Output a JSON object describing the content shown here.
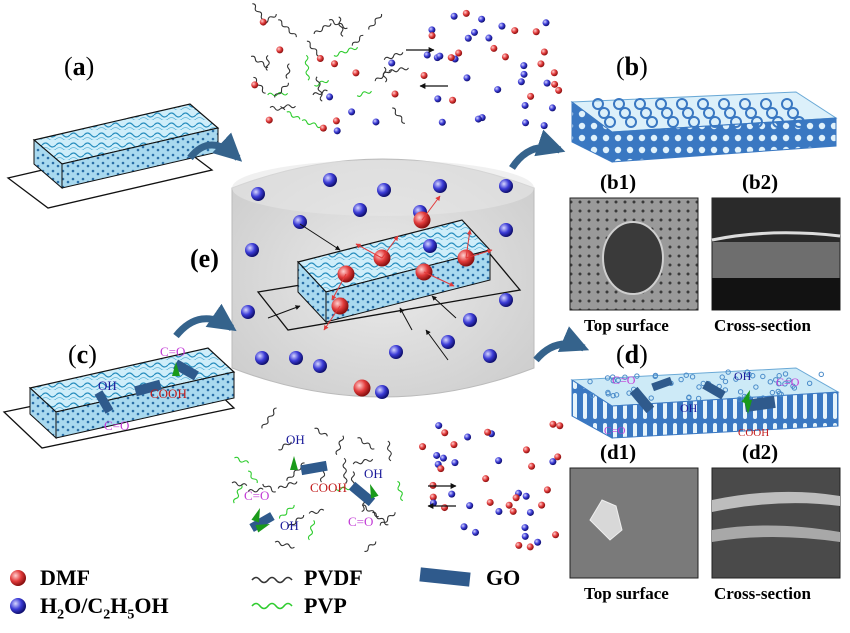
{
  "panels": {
    "a": "a",
    "b": "b",
    "b1": "(b1)",
    "b2": "(b2)",
    "c": "c",
    "d": "d",
    "d1": "(d1)",
    "d2": "(d2)",
    "e": "(e)"
  },
  "captions": {
    "b_top": "Top surface",
    "b_cross": "Cross-section",
    "d_top": "Top surface",
    "d_cross": "Cross-section"
  },
  "chem": {
    "oh": "OH",
    "cooh": "COOH",
    "co": "C=O"
  },
  "legend": {
    "dmf": "DMF",
    "solvent_h": "H",
    "solvent_sub1": "2",
    "solvent_o": "O/C",
    "solvent_sub2": "2",
    "solvent_h5": "H",
    "solvent_sub3": "5",
    "solvent_oh": "OH",
    "pvdf": "PVDF",
    "pvp": "PVP",
    "go": "GO"
  },
  "colors": {
    "dmf": "#e23b3b",
    "solvent": "#3b3bd6",
    "pvdf": "#333333",
    "pvp": "#2ecc2e",
    "go": "#2f5a8c",
    "membrane": "#bfe3f2",
    "membrane_dark": "#3a78c2",
    "bath": "#d9d9d9",
    "label_chem": "#c23bd6",
    "arrow": "#35638c"
  }
}
